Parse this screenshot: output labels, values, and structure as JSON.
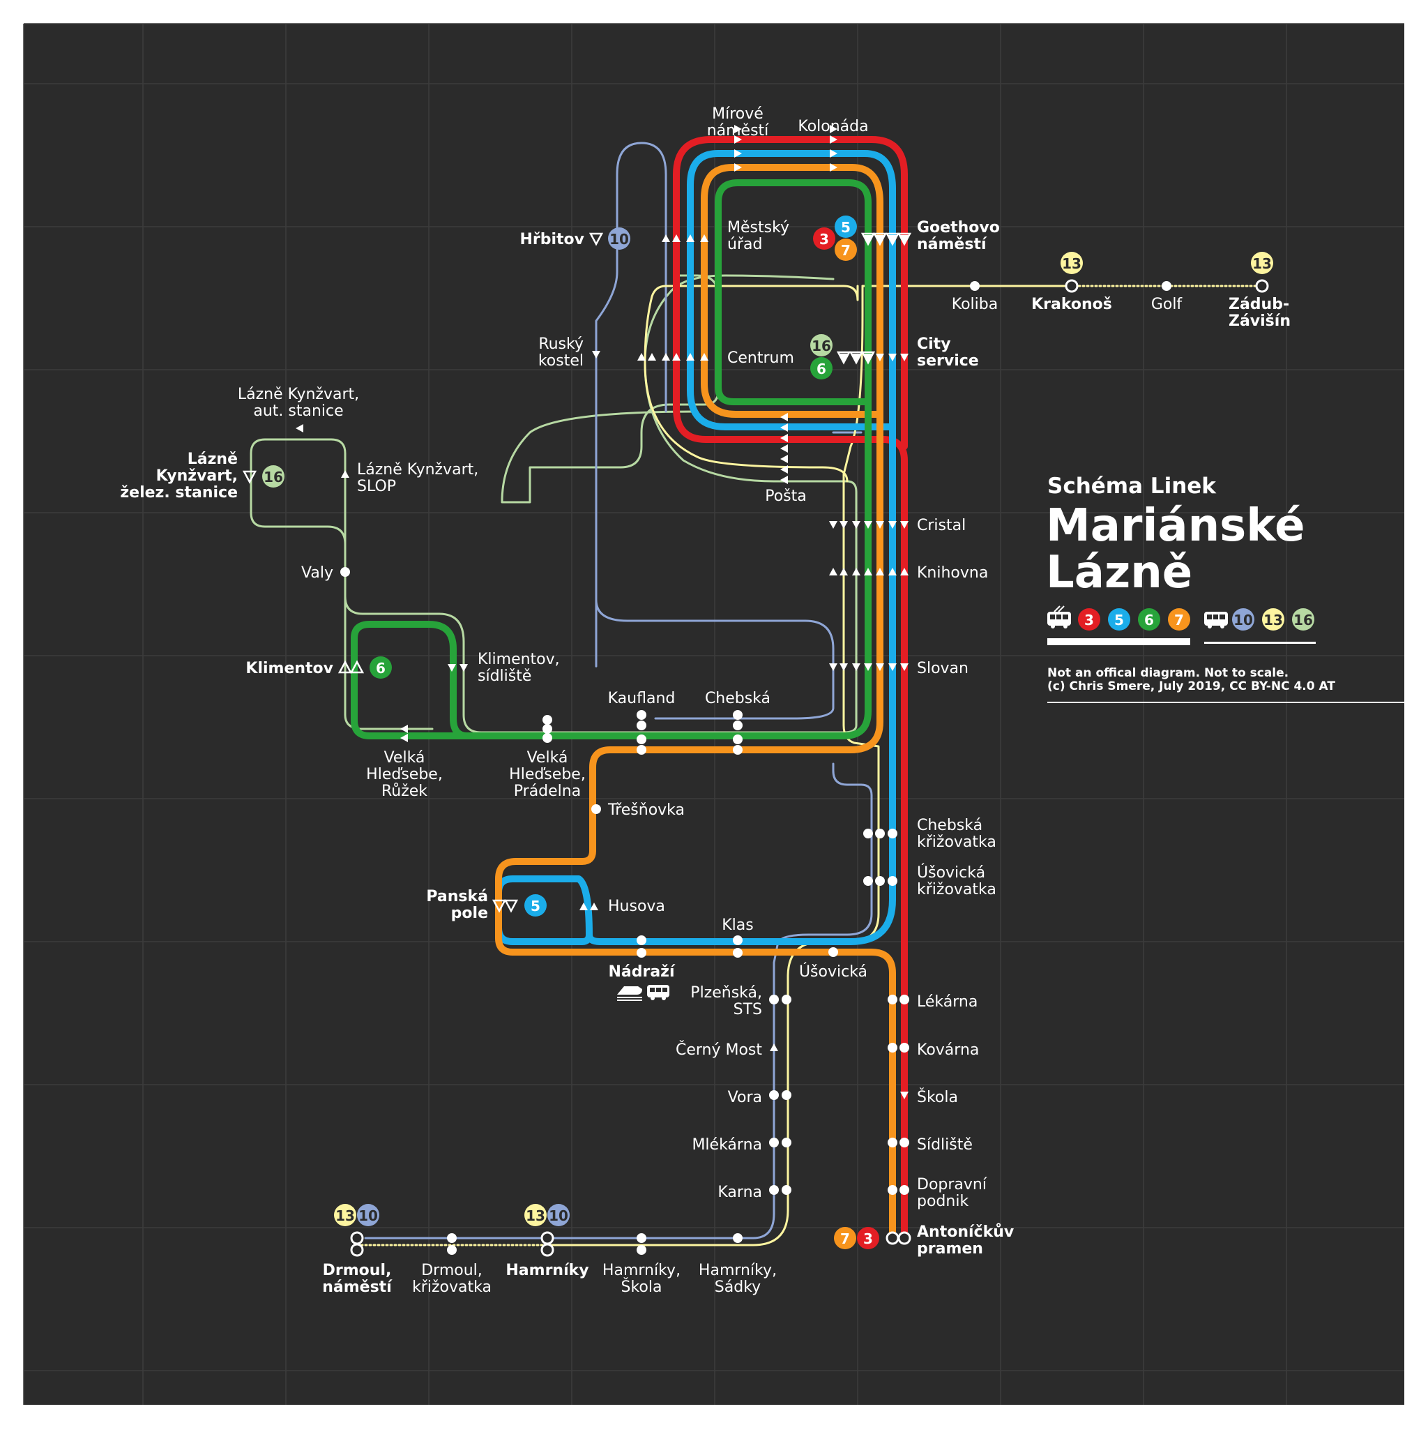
{
  "title": {
    "small": "Schéma Linek",
    "line1": "Mariánské",
    "line2": "Lázně",
    "note1": "Not an offical diagram. Not to scale.",
    "note2": "(c) Chris Smere, July 2019,  CC BY-NC 4.0 AT"
  },
  "colors": {
    "background": "#2b2b2b",
    "grid": "#3c3c3c",
    "line_3": "#e31e24",
    "line_5": "#1badea",
    "line_6": "#27a33a",
    "line_7": "#f7941d",
    "line_10": "#8fa6d6",
    "line_13": "#fdf5a0",
    "line_16": "#b7d9a3"
  },
  "legend": {
    "trolleybus_icon": "trolleybus-icon",
    "bus_icon": "bus-icon",
    "trolleybus_lines": [
      "3",
      "5",
      "6",
      "7"
    ],
    "bus_lines": [
      "10",
      "13",
      "16"
    ]
  },
  "stations": {
    "mirove_namesti": "Mírové\nnáměstí",
    "kolonada": "Kolonáda",
    "mestsky_urad": "Městský\núřad",
    "goethovo": "Goethovo\nnáměstí",
    "hrbitov": "Hřbitov",
    "koliba": "Koliba",
    "krakonos": "Krakonoš",
    "golf": "Golf",
    "zadub": "Zádub-\nZávišín",
    "rusky_kostel": "Ruský\nkostel",
    "centrum": "Centrum",
    "city_service": "City\nservice",
    "lk_aut": "Lázně Kynžvart,\naut. stanice",
    "lk_slop": "Lázně Kynžvart,\nSLOP",
    "lk_zelez": "Lázně\nKynžvart,\nželez. stanice",
    "posta": "Pošta",
    "cristal": "Cristal",
    "knihovna": "Knihovna",
    "valy": "Valy",
    "klimentov": "Klimentov",
    "klimentov_sidliste": "Klimentov,\nsídliště",
    "slovan": "Slovan",
    "kaufland": "Kaufland",
    "chebska": "Chebská",
    "velka_ruzek": "Velká\nHleďsebe,\nRůžek",
    "velka_pradelna": "Velká\nHleďsebe,\nPrádelna",
    "tresnovka": "Třešňovka",
    "chebska_kriz": "Chebská\nkřižovatka",
    "usovicka_kriz": "Úšovická\nkřižovatka",
    "panska_pole": "Panská\npole",
    "husova": "Husova",
    "klas": "Klas",
    "nadrazi": "Nádraží",
    "usovicka": "Úšovická",
    "plzenska": "Plzeňská,\nSTS",
    "lekarna": "Lékárna",
    "kovarna": "Kovárna",
    "cerny_most": "Černý Most",
    "vora": "Vora",
    "skola": "Škola",
    "mlekarna": "Mlékárna",
    "sidliste": "Sídliště",
    "karna": "Karna",
    "dopravni_podnik": "Dopravní\npodnik",
    "antonickuv": "Antoníčkův\npramen",
    "drmoul_namesti": "Drmoul,\nnáměstí",
    "drmoul_kriz": "Drmoul,\nkřižovatka",
    "hamrniky": "Hamrníky",
    "hamrniky_skola": "Hamrníky,\nŠkola",
    "hamrniky_sadky": "Hamrníky,\nSádky"
  }
}
